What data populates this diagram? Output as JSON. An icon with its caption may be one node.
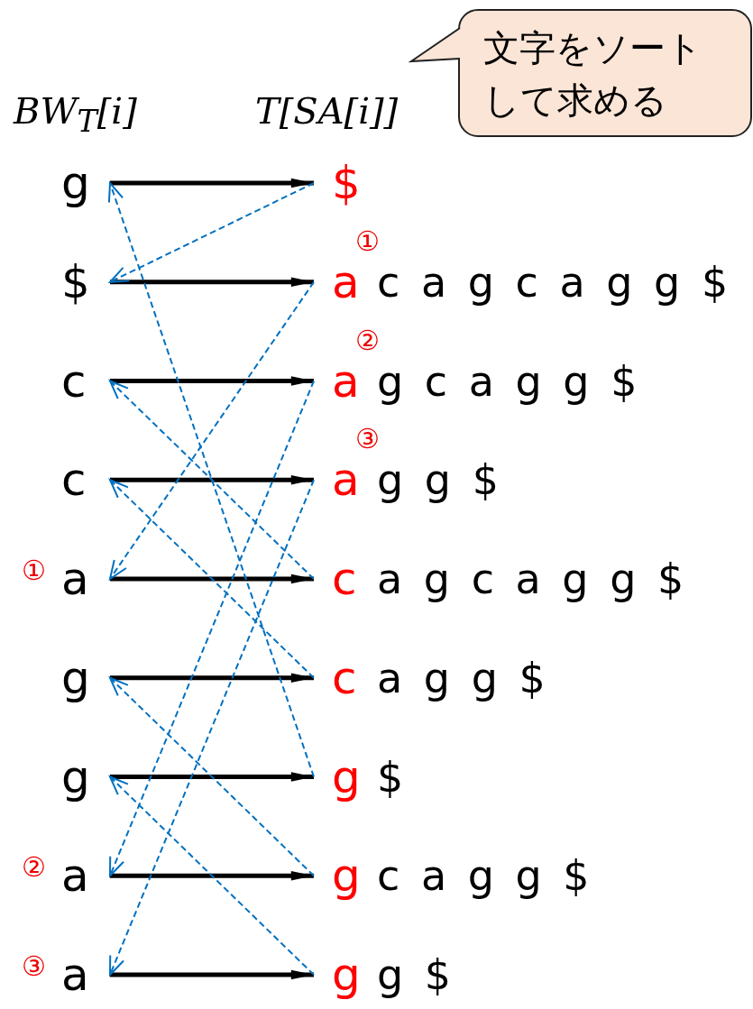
{
  "diagram": {
    "nodes": [
      {
        "text": [
          "文字をソートして求める"
        ]
      },
      {
        "text": [
          "g"
        ]
      },
      {
        "text": [
          "$"
        ]
      },
      {
        "text": [
          "$"
        ]
      },
      {
        "text": [
          "a"
        ],
        "beside": [
          "①",
          "c a g c a g g $"
        ]
      },
      {
        "text": [
          "c"
        ]
      },
      {
        "text": [
          "a"
        ],
        "beside": [
          "②",
          "g c a g g $"
        ]
      },
      {
        "text": [
          "c"
        ]
      },
      {
        "text": [
          "a"
        ],
        "beside": [
          "③",
          "g g $"
        ]
      },
      {
        "text": [
          "a"
        ],
        "beside": [
          "①"
        ]
      },
      {
        "text": [
          "c"
        ],
        "beside": [
          "a g c a g g $"
        ]
      },
      {
        "text": [
          "g"
        ]
      },
      {
        "text": [
          "c"
        ],
        "beside": [
          "a g g $"
        ]
      },
      {
        "text": [
          "g"
        ]
      },
      {
        "text": [
          "g"
        ],
        "beside": [
          "$"
        ]
      },
      {
        "text": [
          "a"
        ],
        "beside": [
          "②"
        ]
      },
      {
        "text": [
          "g"
        ],
        "beside": [
          "c a g g $"
        ]
      },
      {
        "text": [
          "a"
        ],
        "beside": [
          "③"
        ]
      },
      {
        "text": [
          "g"
        ],
        "beside": [
          "g $"
        ]
      }
    ],
    "edges": [
      {
        "from": 1,
        "to": 2,
        "arrow": "to",
        "style": "thick"
      },
      {
        "from": 3,
        "to": 4,
        "arrow": "to",
        "style": "thick"
      },
      {
        "from": 5,
        "to": 6,
        "arrow": "to",
        "style": "thick"
      },
      {
        "from": 7,
        "to": 8,
        "arrow": "to",
        "style": "thick"
      },
      {
        "from": 9,
        "to": 10,
        "arrow": "to",
        "style": "thick"
      },
      {
        "from": 11,
        "to": 12,
        "arrow": "to",
        "style": "thick"
      },
      {
        "from": 13,
        "to": 14,
        "arrow": "to",
        "style": "thick"
      },
      {
        "from": 15,
        "to": 16,
        "arrow": "to",
        "style": "thick"
      },
      {
        "from": 17,
        "to": 18,
        "arrow": "to",
        "style": "thick"
      },
      {
        "from": 2,
        "to": 3,
        "arrow": "to",
        "style": "dashed",
        "color": "#0070c0"
      },
      {
        "from": 4,
        "to": 9,
        "arrow": "to",
        "style": "dashed",
        "color": "#0070c0"
      },
      {
        "from": 6,
        "to": 15,
        "arrow": "to",
        "style": "dashed",
        "color": "#0070c0"
      },
      {
        "from": 8,
        "to": 17,
        "arrow": "to",
        "style": "dashed",
        "color": "#0070c0"
      },
      {
        "from": 10,
        "to": 5,
        "arrow": "to",
        "style": "dashed",
        "color": "#0070c0"
      },
      {
        "from": 12,
        "to": 7,
        "arrow": "to",
        "style": "dashed",
        "color": "#0070c0"
      },
      {
        "from": 14,
        "to": 1,
        "arrow": "to",
        "style": "dashed",
        "color": "#0070c0"
      },
      {
        "from": 16,
        "to": 11,
        "arrow": "to",
        "style": "dashed",
        "color": "#0070c0"
      },
      {
        "from": 18,
        "to": 13,
        "arrow": "to",
        "style": "dashed",
        "color": "#0070c0"
      }
    ],
    "labels": [
      "BW$_{T}$[i]",
      "T[SA[i]]"
    ]
  }
}
